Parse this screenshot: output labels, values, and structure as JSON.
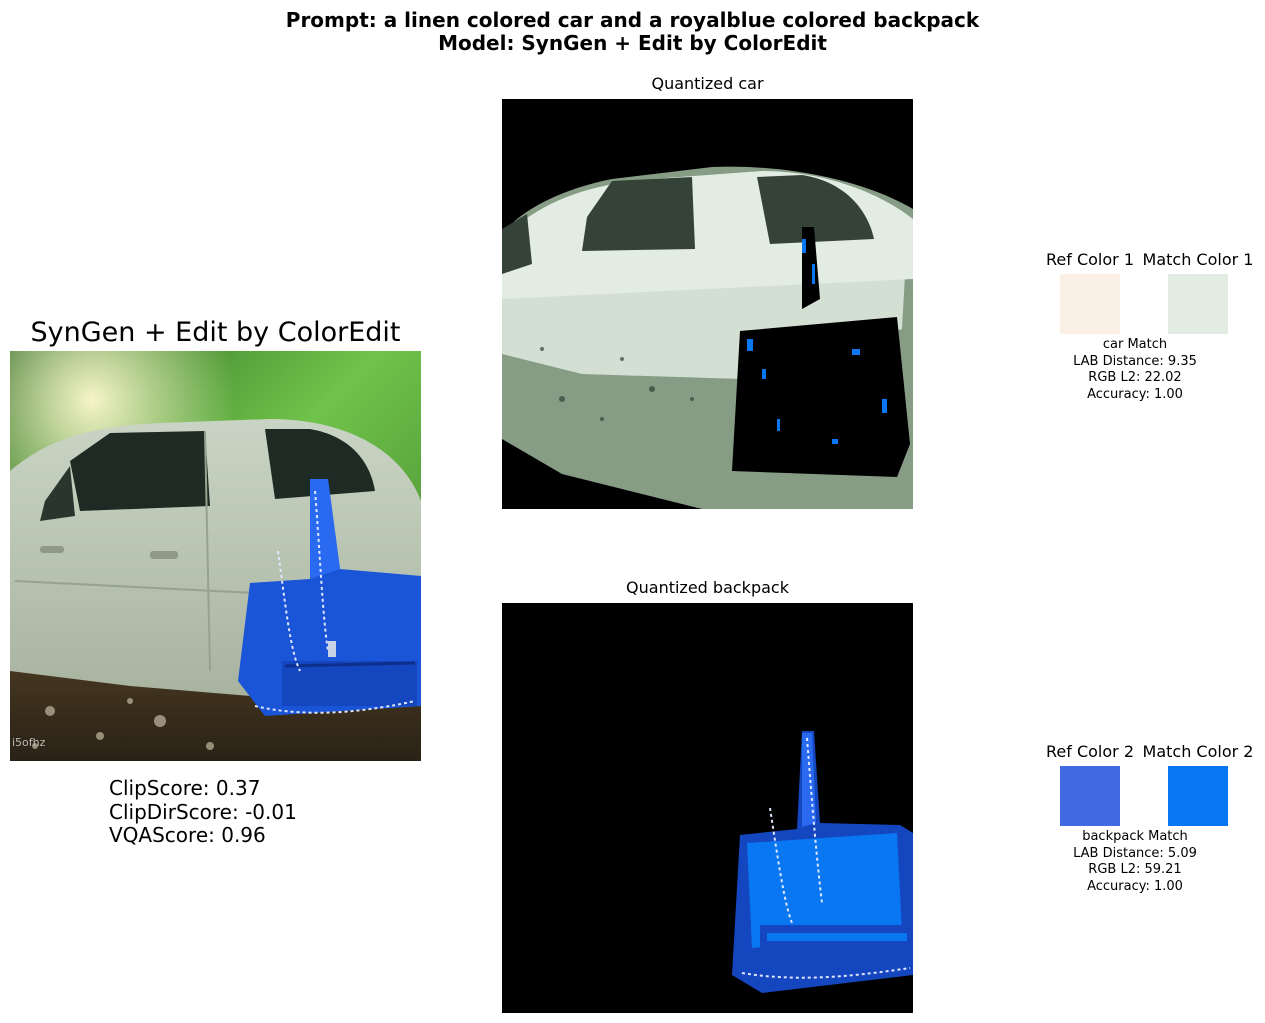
{
  "header": {
    "prompt_line": "Prompt: a linen colored car and a royalblue colored backpack",
    "model_line": "Model: SynGen + Edit by ColorEdit"
  },
  "main_panel": {
    "title": "SynGen + Edit by ColorEdit",
    "scores": {
      "clip": "ClipScore: 0.37",
      "clip_dir": "ClipDirScore: -0.01",
      "vqa": "VQAScore: 0.96"
    },
    "image_watermark": "i5ofhz"
  },
  "quantized": [
    {
      "title": "Quantized car"
    },
    {
      "title": "Quantized backpack"
    }
  ],
  "color_matches": [
    {
      "ref_label": "Ref Color 1",
      "match_label": "Match Color 1",
      "ref_color": "#FAF0E6",
      "match_color": "#E2ECE3",
      "lines": [
        "car Match",
        "LAB Distance: 9.35",
        "RGB L2: 22.02",
        "Accuracy: 1.00"
      ]
    },
    {
      "ref_label": "Ref Color 2",
      "match_label": "Match Color 2",
      "ref_color": "#4169E1",
      "match_color": "#0A77F2",
      "lines": [
        "backpack Match",
        "LAB Distance: 5.09",
        "RGB L2: 59.21",
        "Accuracy: 1.00"
      ]
    }
  ],
  "chart_data": {
    "type": "table",
    "title": "Prompt: a linen colored car and a royalblue colored backpack / Model: SynGen + Edit by ColorEdit",
    "scores": {
      "ClipScore": 0.37,
      "ClipDirScore": -0.01,
      "VQAScore": 0.96
    },
    "matches": [
      {
        "object": "car",
        "ref_color": "#FAF0E6",
        "match_color": "#E2ECE3",
        "lab_distance": 9.35,
        "rgb_l2": 22.02,
        "accuracy": 1.0
      },
      {
        "object": "backpack",
        "ref_color": "#4169E1",
        "match_color": "#0A77F2",
        "lab_distance": 5.09,
        "rgb_l2": 59.21,
        "accuracy": 1.0
      }
    ]
  }
}
